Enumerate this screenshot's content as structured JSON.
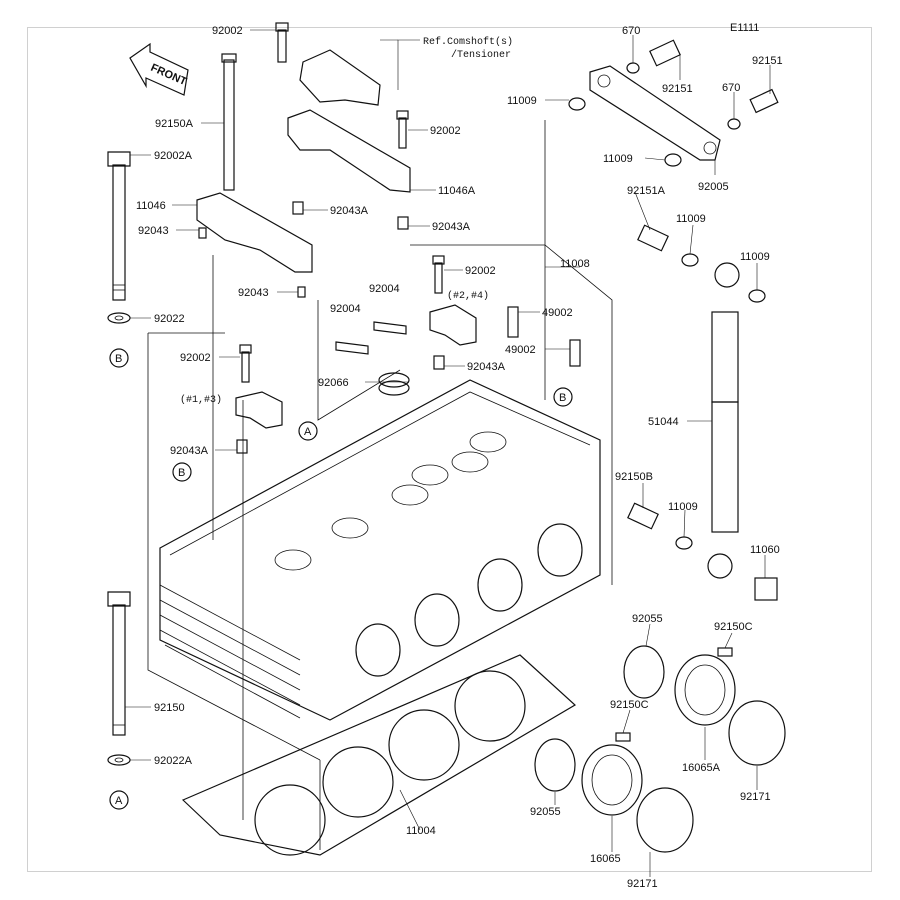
{
  "diagram_code": "E1111",
  "front_label": "FRONT",
  "ref_note": [
    "Ref.Comshoft(s)",
    "/Tensioner"
  ],
  "cylinder_notes": {
    "left": "(#1,#3)",
    "right": "(#2,#4)"
  },
  "callouts": {
    "a": "A",
    "b": "B"
  },
  "part_labels": [
    "92002",
    "92150A",
    "92002A",
    "11046",
    "92043",
    "92043",
    "92022",
    "92002",
    "92043A",
    "92150",
    "92022A",
    "92002",
    "11046A",
    "92043A",
    "92043A",
    "92002",
    "92004",
    "92004",
    "92066",
    "92043A",
    "49002",
    "49002",
    "11008",
    "11009",
    "670",
    "92151",
    "670",
    "92151",
    "11009",
    "92005",
    "92151A",
    "11009",
    "11009",
    "51044",
    "92150B",
    "11009",
    "11060",
    "92055",
    "92150C",
    "92150C",
    "16065A",
    "92171",
    "92055",
    "16065",
    "92171",
    "11004"
  ]
}
